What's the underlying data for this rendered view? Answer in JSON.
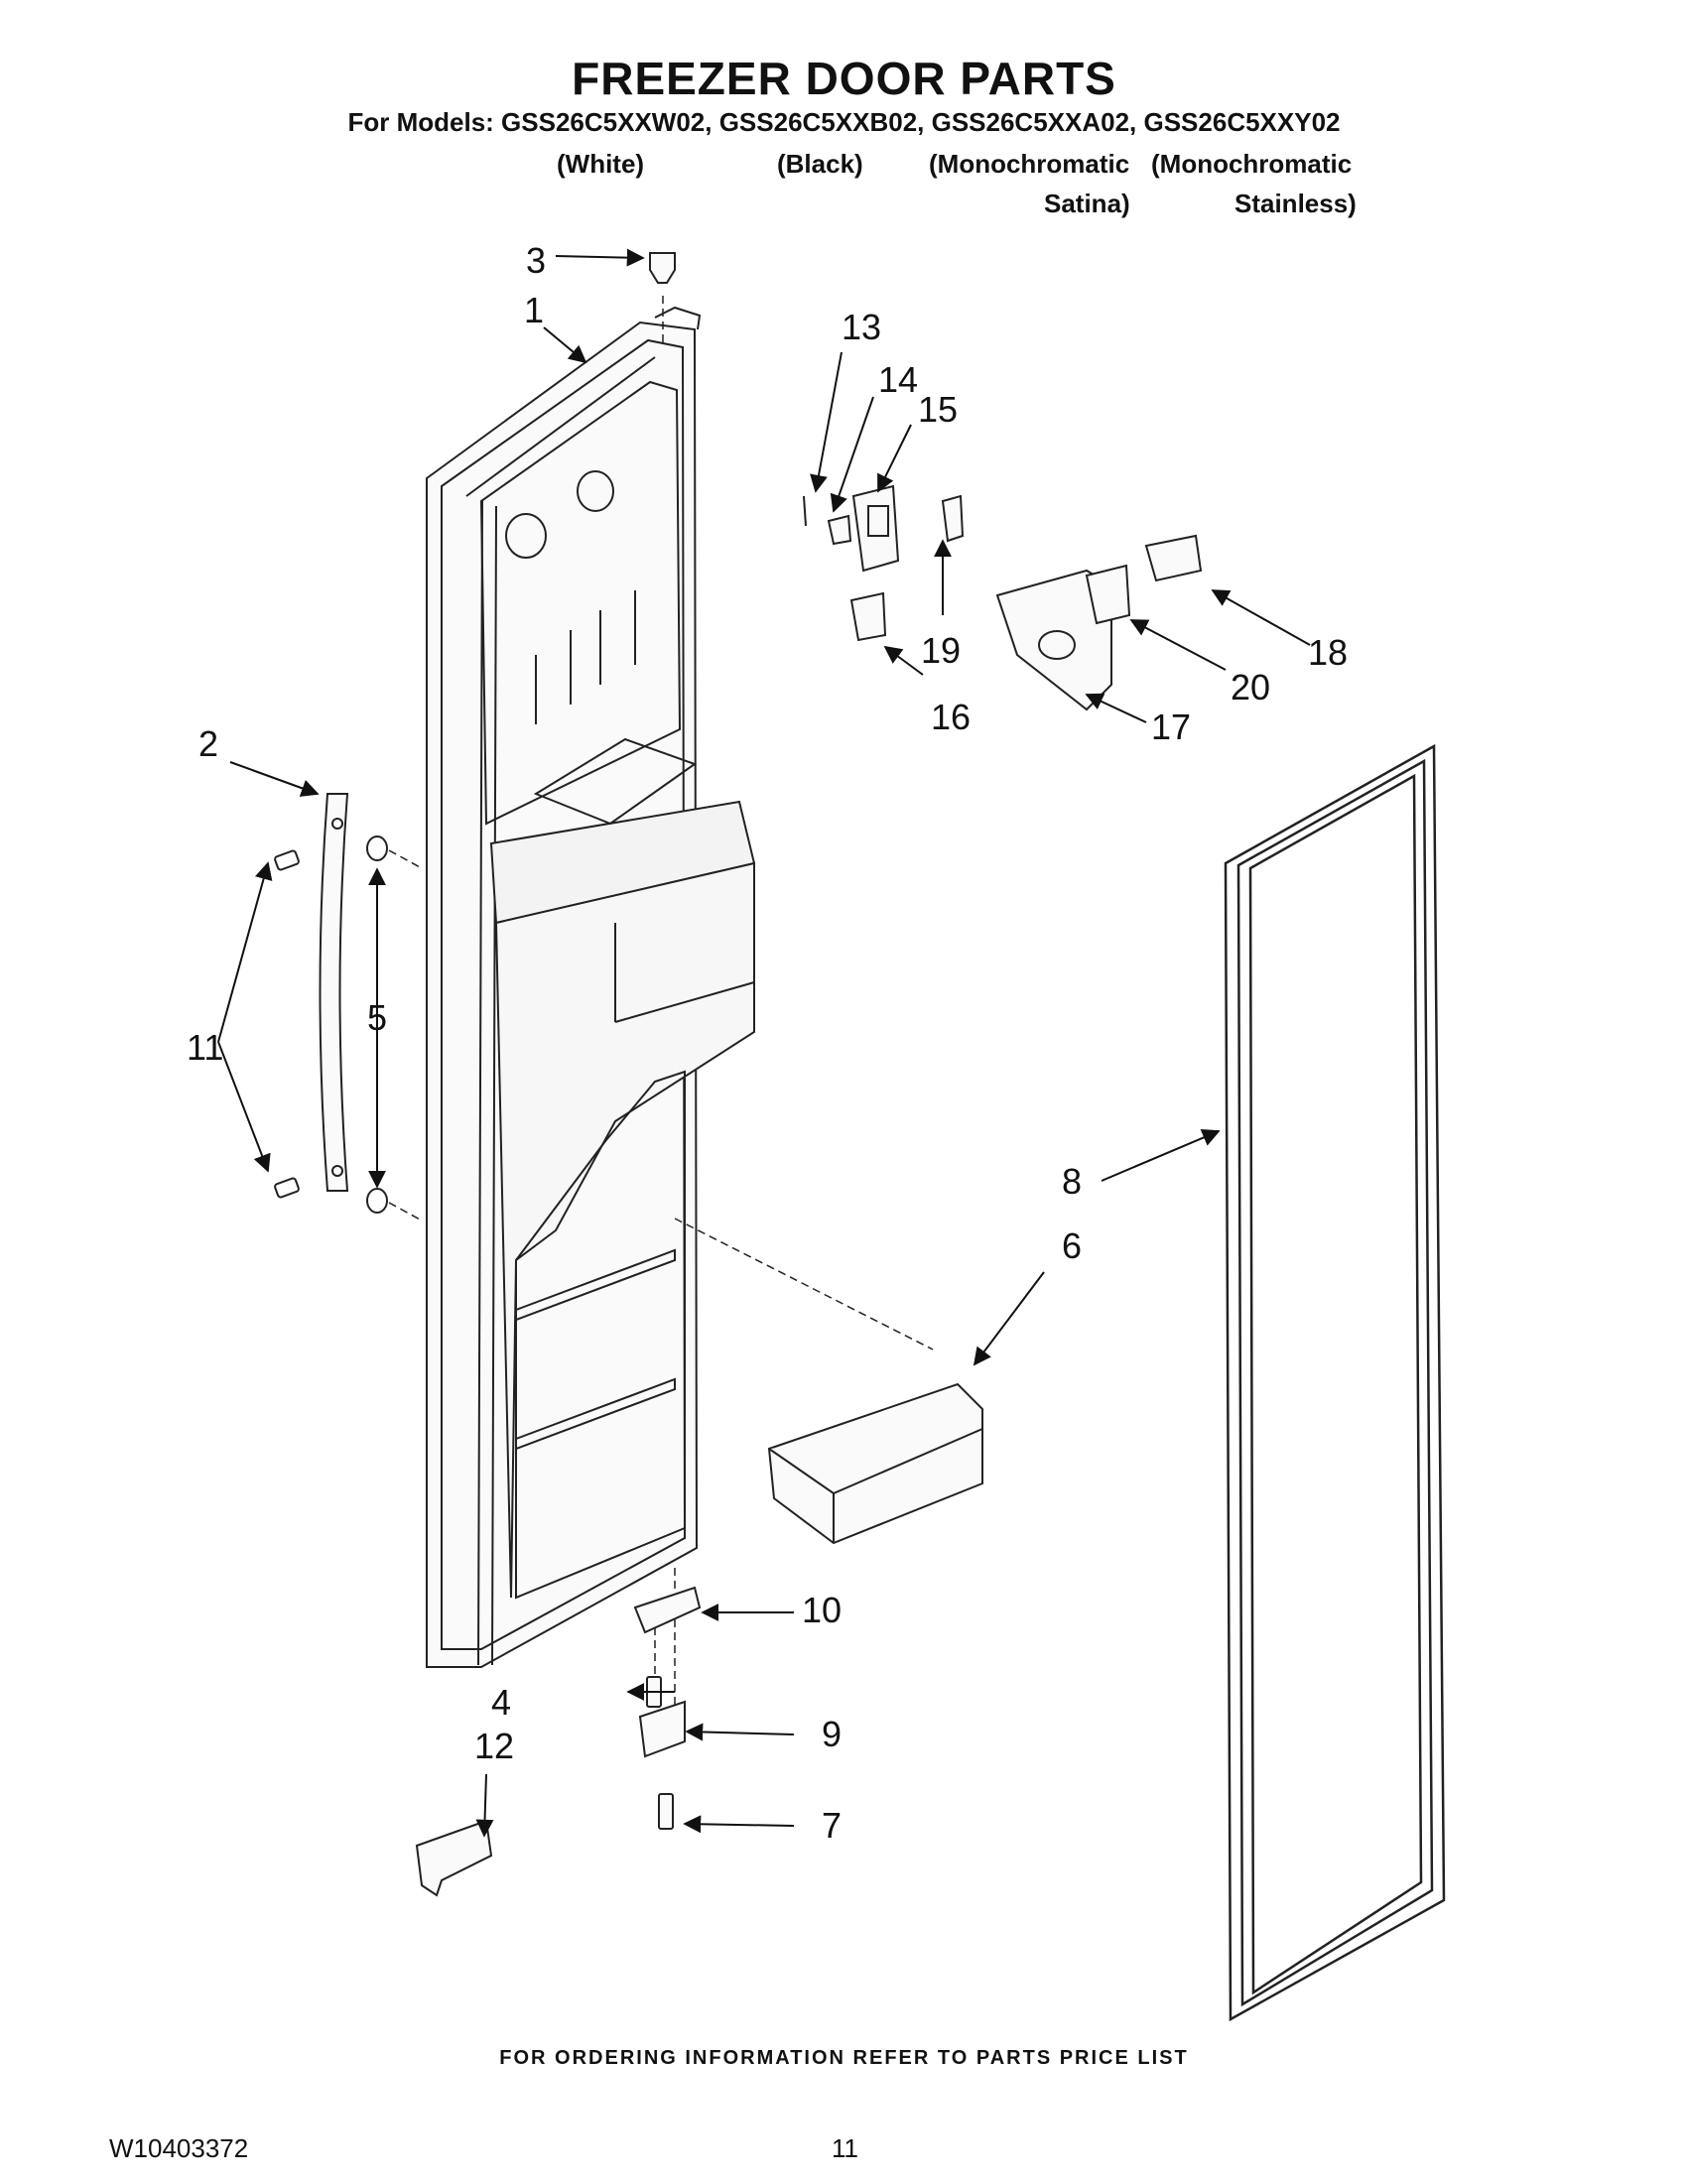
{
  "header": {
    "title": "FREEZER DOOR PARTS",
    "models_line": "For Models: GSS26C5XXW02, GSS26C5XXB02, GSS26C5XXA02, GSS26C5XXY02",
    "variants": [
      "(White)",
      "(Black)",
      "(Monochromatic",
      "(Monochromatic"
    ],
    "variants_second": [
      "Satina)",
      "Stainless)"
    ]
  },
  "callouts": [
    "1",
    "2",
    "3",
    "4",
    "5",
    "6",
    "7",
    "8",
    "9",
    "10",
    "11",
    "12",
    "13",
    "14",
    "15",
    "16",
    "17",
    "18",
    "19",
    "20"
  ],
  "footer": {
    "ordering": "FOR ORDERING INFORMATION REFER TO PARTS PRICE LIST",
    "doc_number": "W10403372",
    "page_number": "11"
  }
}
